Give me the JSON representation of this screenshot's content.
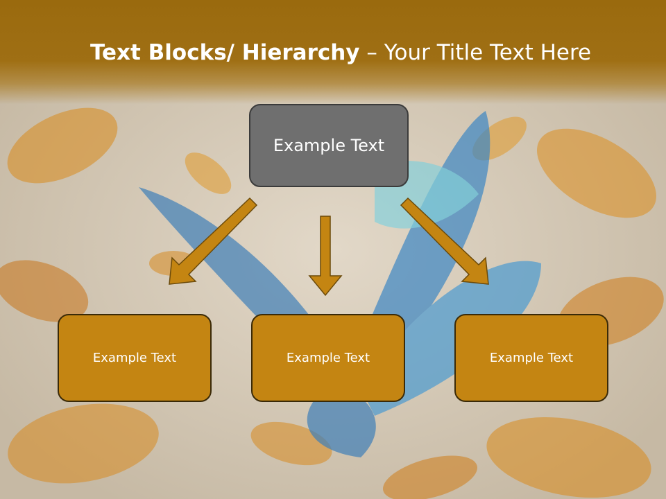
{
  "slide": {
    "title_bold": "Text Blocks/ Hierarchy",
    "title_rest": " – Your Title Text Here",
    "accent_color": "#9a6a0e",
    "box_color": "#c48512",
    "top_box_color": "#6f6f6f"
  },
  "hierarchy": {
    "root": {
      "label": "Example Text"
    },
    "children": [
      {
        "label": "Example Text"
      },
      {
        "label": "Example Text"
      },
      {
        "label": "Example Text"
      }
    ]
  }
}
